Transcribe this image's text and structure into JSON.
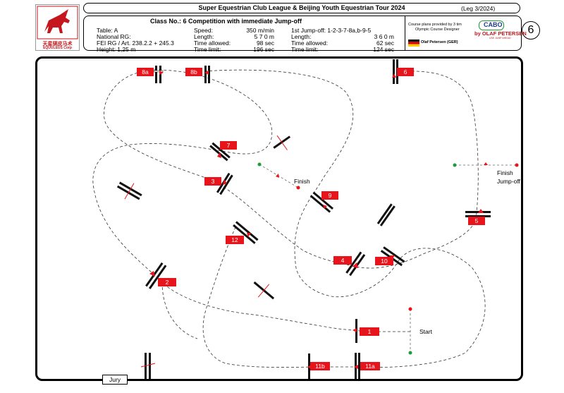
{
  "header": {
    "title": "Super Equestrian Club League & Beijing Youth Equestrian Tour 2024",
    "leg": "(Leg 3/2024)",
    "logo_text": "天星骐皮马术",
    "logo_subtext": "EQUULEUS Corp",
    "course_number": "6"
  },
  "info": {
    "class_line": "Class No.: 6   Competition with immediate Jump-off",
    "col1": [
      "Table: A",
      "National RG:",
      "FEI RG / Art. 238.2.2 + 245.3",
      "Height: 1,25 m"
    ],
    "col2_labels": [
      "Speed:",
      "Length:",
      "Time allowed:",
      "Time limit:"
    ],
    "col2_values": [
      "350 m/min",
      "5 7 0 m",
      "98 sec",
      "196 sec"
    ],
    "col3_labels": [
      "1st Jump-off: 1-2-3-7-8a,b-9-5",
      "Length:",
      "Time allowed:",
      "Time limit:"
    ],
    "col3_values": [
      "",
      "3 6 0 m",
      "62 sec",
      "124 sec"
    ]
  },
  "designer": {
    "line1": "Course plans provided by 3 tim",
    "line2": "Olympic Course Designer",
    "name": "Olaf Petersen (GER)",
    "brand_top": "CABO",
    "brand_bottom": "by OLAF PETERSEN",
    "brand_tagline": "USE JUMP AHEAD"
  },
  "arena": {
    "jury": "Jury",
    "start": "Start",
    "finish": "Finish",
    "finish_jumpoff": "Finish\nJump-off",
    "fences": [
      "8a",
      "8b",
      "6",
      "7",
      "3",
      "9",
      "5",
      "12",
      "4",
      "10",
      "2",
      "1",
      "11b",
      "11a"
    ]
  },
  "colors": {
    "label_red": "#e8141b",
    "flag_green": "#1e9a3a",
    "flag_red": "#e8141b"
  }
}
